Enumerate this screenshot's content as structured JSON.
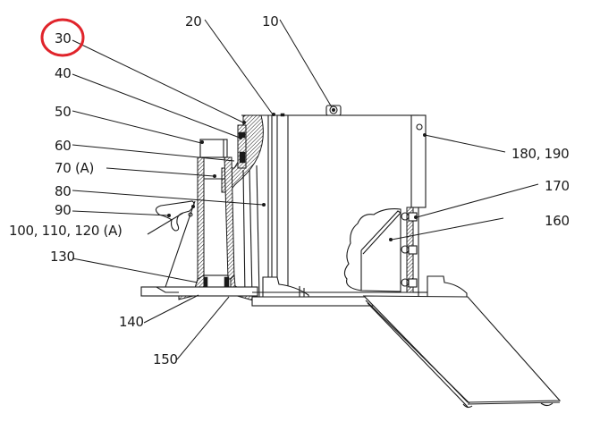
{
  "diagram": {
    "type": "exploded-section-drawing",
    "highlight_color": "#e0242b",
    "line_color": "#1a1a1a",
    "highlighted_label": "30",
    "labels": {
      "l10": "10",
      "l20": "20",
      "l30": "30",
      "l40": "40",
      "l50": "50",
      "l60": "60",
      "l70": "70 (A)",
      "l80": "80",
      "l90": "90",
      "l100": "100, 110, 120 (A)",
      "l130": "130",
      "l140": "140",
      "l150": "150",
      "l160": "160",
      "l170": "170",
      "l180": "180, 190"
    }
  }
}
